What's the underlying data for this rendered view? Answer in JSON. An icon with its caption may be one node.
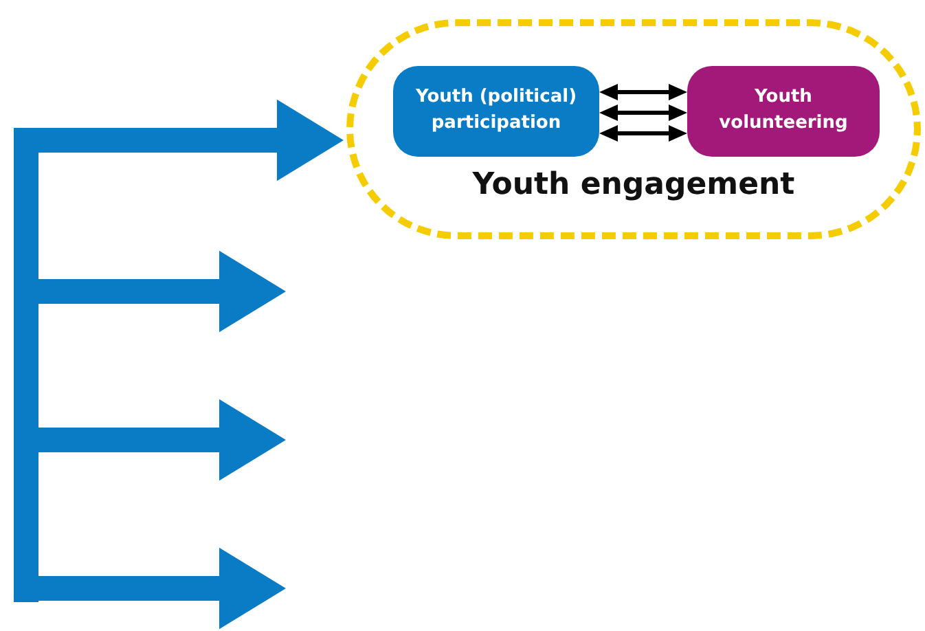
{
  "diagram": {
    "nodes": [
      {
        "text": [
          "Youth engagement"
        ]
      },
      {
        "text": [
          "Youth (political) participation"
        ],
        "in": 0
      },
      {
        "text": [
          "Youth volunteering"
        ],
        "in": 0
      },
      {
        "text": [],
        "shape": "bar"
      }
    ],
    "edges": [
      {
        "from": 3,
        "to": 0,
        "arrow": "to"
      },
      {
        "from": 3,
        "to": null,
        "arrow": "to"
      },
      {
        "from": 3,
        "to": null,
        "arrow": "to"
      },
      {
        "from": 3,
        "to": null,
        "arrow": "to"
      },
      {
        "from": 1,
        "to": 2,
        "arrow": "both",
        "color": "#000000"
      },
      {
        "from": 1,
        "to": 2,
        "arrow": "both",
        "color": "#000000"
      },
      {
        "from": 1,
        "to": 2,
        "arrow": "both",
        "color": "#000000"
      }
    ]
  }
}
